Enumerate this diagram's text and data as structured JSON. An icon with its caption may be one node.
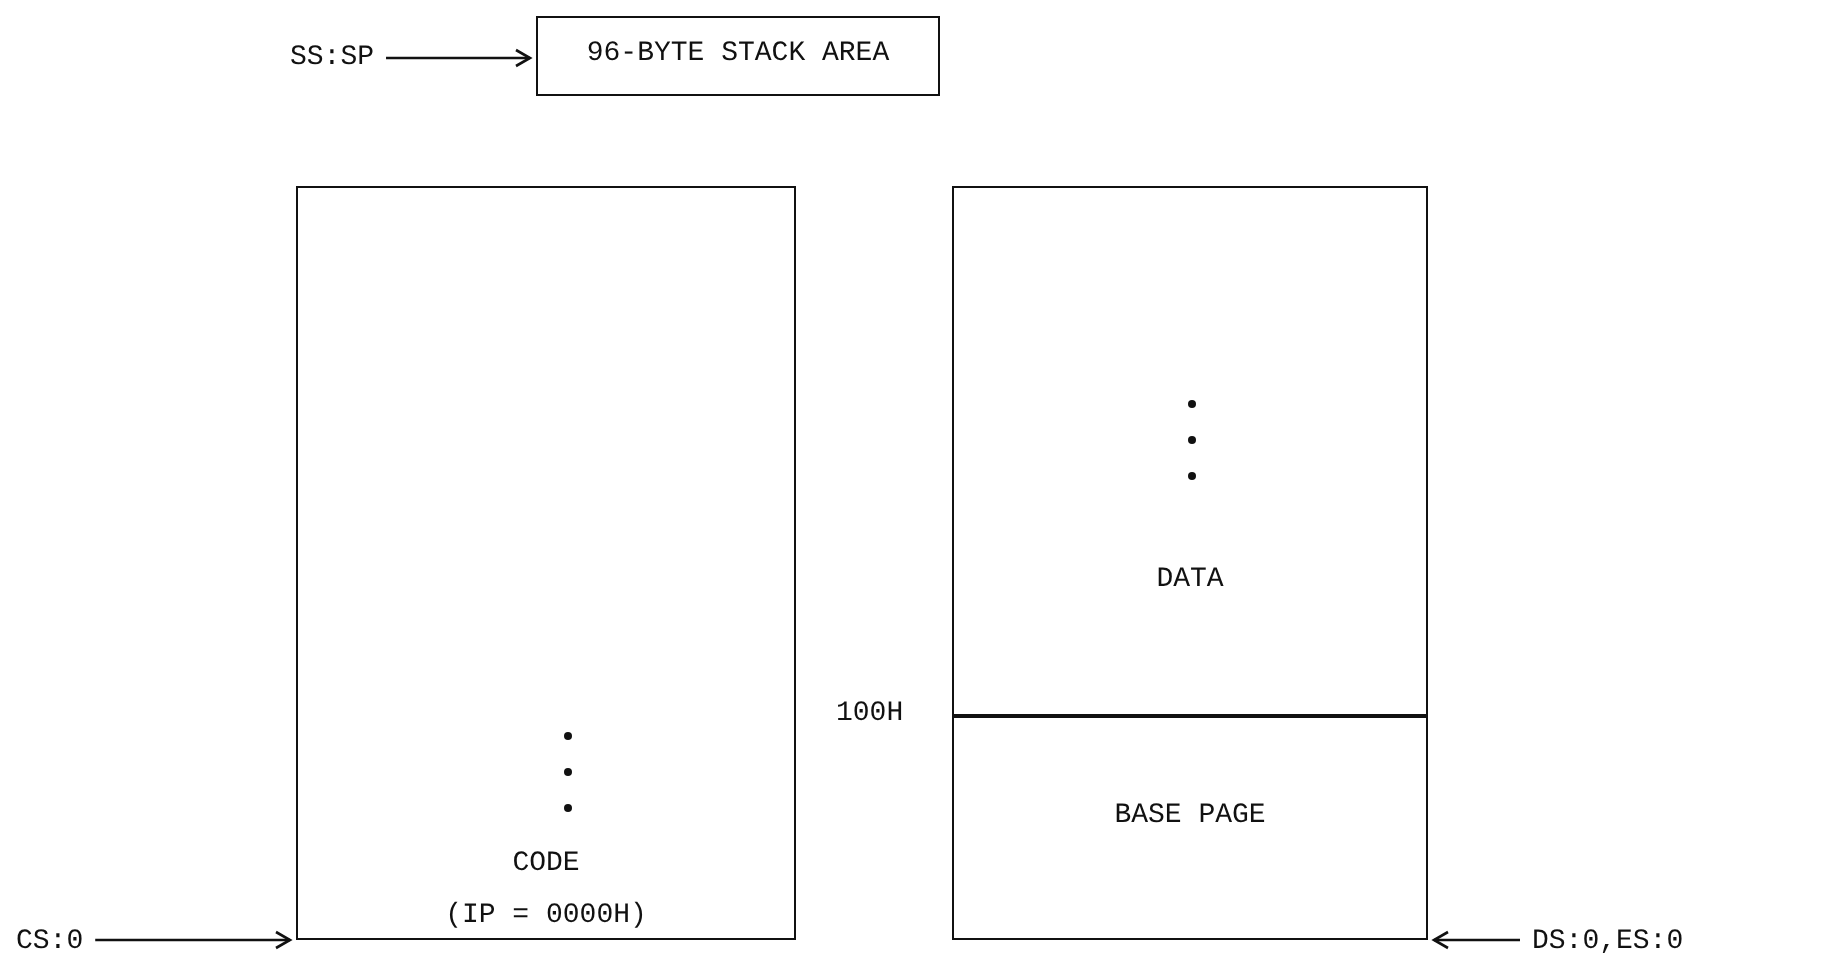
{
  "diagram": {
    "nodes": [
      {
        "text": [
          "SS:SP"
        ]
      },
      {
        "text": [
          "96-BYTE STACK AREA"
        ]
      },
      {
        "text": [
          "CODE",
          "(IP = 0000H)"
        ]
      },
      {
        "text": [
          "DATA"
        ]
      },
      {
        "text": [
          "BASE PAGE"
        ]
      },
      {
        "text": [
          "CS:0"
        ]
      },
      {
        "text": [
          "DS:0,ES:0"
        ]
      }
    ],
    "edges": [
      {
        "from": 0,
        "to": 1,
        "arrow": "to"
      },
      {
        "from": 5,
        "to": 2,
        "arrow": "to"
      },
      {
        "from": 6,
        "to": 4,
        "arrow": "to"
      }
    ],
    "labels": [
      "100H"
    ]
  }
}
